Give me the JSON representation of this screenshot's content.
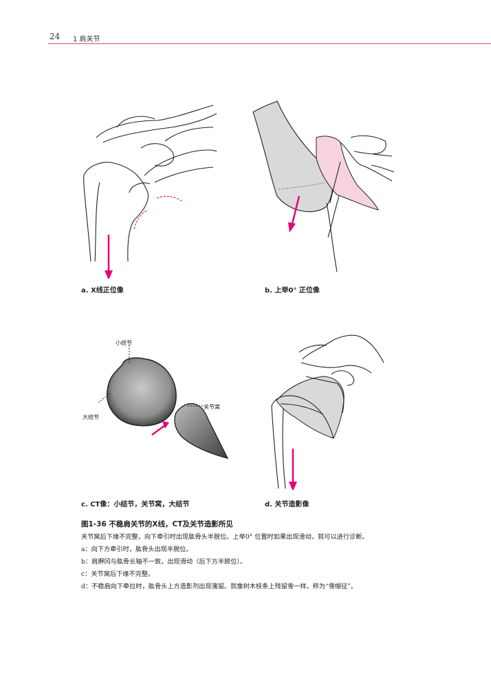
{
  "header": {
    "page_number": "24",
    "chapter": "1  肩关节",
    "rule_color": "#e8418f"
  },
  "figures": {
    "a": {
      "label": "a. X线正位像"
    },
    "b": {
      "label": "b. 上举0°  正位像"
    },
    "c": {
      "label": "c. CT像：小结节，关节窝，大结节",
      "callouts": {
        "lesser": "小结节",
        "glenoid": "关节窝",
        "greater": "大结节"
      }
    },
    "d": {
      "label": "d. 关节造影像"
    }
  },
  "caption": {
    "title": "图1-36   不稳肩关节的X线，CT及关节造影所见",
    "paragraphs": [
      "关节窝后下缘不完整，向下牵引时出现肱骨头半脱位。上举0° 位置时如果出现滑动，就可以进行诊断。",
      "a：向下方牵引时，肱骨头出现半脱位。",
      "b：肩胛冈与肱骨长轴不一致，出现滑动（后下方半脱位）。",
      "c：关节窝后下缘不完整。",
      "d：不稳肩向下牵拉时，肱骨头上方造影剂出现潴留。就像树木枝条上残留雪一样，称为“雪帽征”。"
    ]
  },
  "colors": {
    "accent": "#e6007e",
    "pink_fill": "#f6d3dd",
    "gray_fill": "#d9d9d9"
  }
}
